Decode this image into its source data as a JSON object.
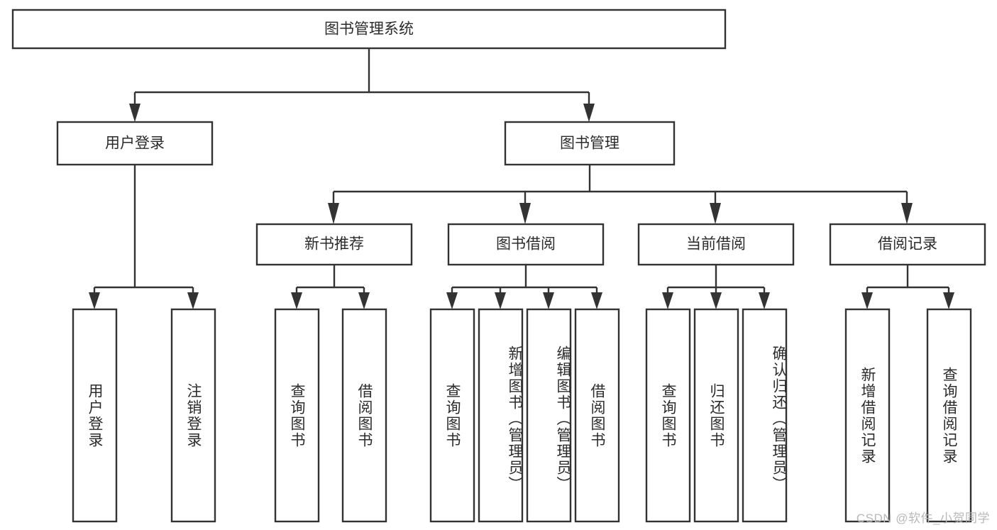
{
  "diagram": {
    "type": "tree-hierarchy",
    "title": "图书管理系统",
    "orientation": "top-down",
    "watermark": "CSDN @软件_小贺同学",
    "colors": {
      "background": "#ffffff",
      "box_fill": "#ffffff",
      "box_stroke": "#333333",
      "text": "#2b2b2b",
      "watermark": "#b8b8b8"
    },
    "levels": {
      "root": {
        "label": "图书管理系统"
      },
      "level2": [
        {
          "label": "用户登录"
        },
        {
          "label": "图书管理"
        }
      ],
      "level3": [
        {
          "label": "新书推荐"
        },
        {
          "label": "图书借阅"
        },
        {
          "label": "当前借阅"
        },
        {
          "label": "借阅记录"
        }
      ]
    },
    "nodes": {
      "root": "图书管理系统",
      "user_login": "用户登录",
      "book_manage": "图书管理",
      "new_book_rec": "新书推荐",
      "book_borrow": "图书借阅",
      "current_borrow": "当前借阅",
      "borrow_record": "借阅记录"
    },
    "leaves": {
      "user_login": [
        "用户登录",
        "注销登录"
      ],
      "new_book_rec": [
        "查询图书",
        "借阅图书"
      ],
      "book_borrow": [
        "查询图书",
        "新增图书（管理员）",
        "编辑图书（管理员）",
        "借阅图书"
      ],
      "current_borrow": [
        "查询图书",
        "归还图书",
        "确认归还（管理员）"
      ],
      "borrow_record": [
        "新增借阅记录",
        "查询借阅记录"
      ]
    }
  }
}
